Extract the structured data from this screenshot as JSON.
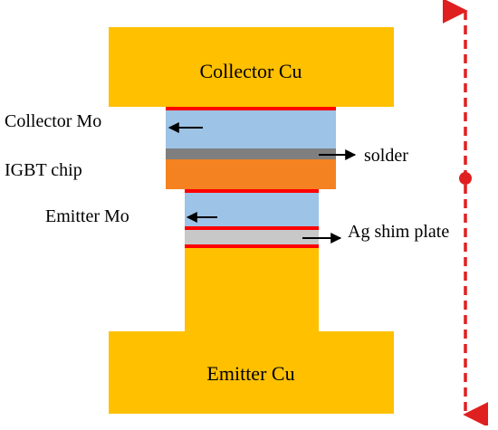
{
  "layers": {
    "collector_cu": "Collector Cu",
    "emitter_cu": "Emitter Cu"
  },
  "labels": {
    "collector_mo": "Collector Mo",
    "igbt_chip": "IGBT chip",
    "emitter_mo": "Emitter Mo",
    "solder": "solder",
    "ag_shim": "Ag shim plate"
  },
  "colors": {
    "copper": "#FFC000",
    "molybdenum": "#9DC3E6",
    "chip": "#F58220",
    "solder": "#7F7F7F",
    "silver": "#C8C8C8",
    "interface": "#FF0000",
    "axis": "#E02020",
    "arrow": "#000000"
  }
}
